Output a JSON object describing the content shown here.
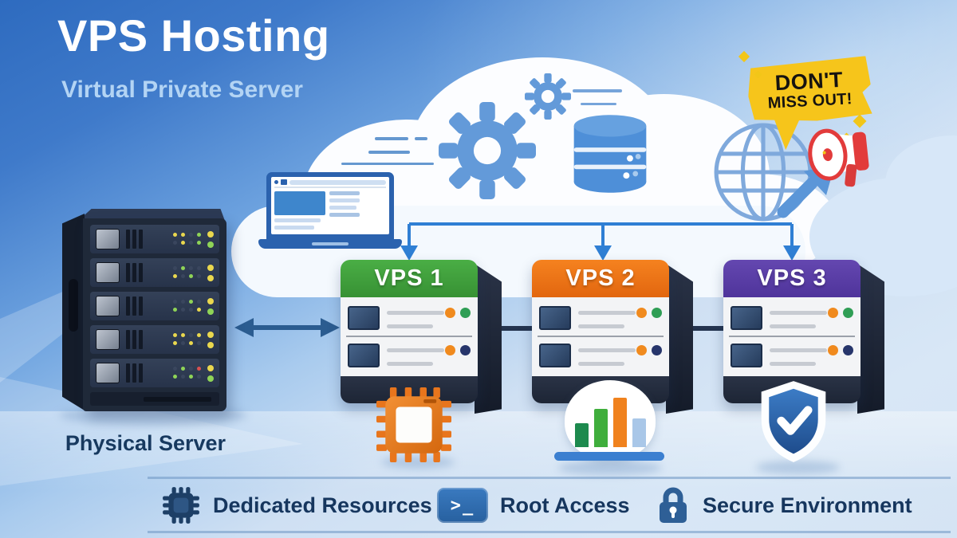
{
  "header": {
    "title": "VPS Hosting",
    "subtitle": "Virtual Private Server"
  },
  "promo_badge": {
    "line1": "DON'T",
    "line2": "MISS OUT!",
    "bg_color": "#F6C51B",
    "text_color": "#161310",
    "icon": "megaphone-icon"
  },
  "diagram": {
    "physical_server_label": "Physical Server",
    "vps_boxes": [
      {
        "label": "VPS 1",
        "header_color": "#3FA23C",
        "icon_below": "cpu-chip-icon"
      },
      {
        "label": "VPS 2",
        "header_color": "#F0741F",
        "icon_below": "bar-chart-icon"
      },
      {
        "label": "VPS 3",
        "header_color": "#5B3EA7",
        "icon_below": "shield-check-icon"
      }
    ],
    "status_dot_colors": {
      "orange": "#F08A1E",
      "green": "#2F9E55",
      "navy": "#26356B"
    },
    "decor_icons": [
      "cloud",
      "gear-icon",
      "gear-icon-small",
      "database-icon",
      "laptop-browser-icon",
      "globe-icon",
      "up-right-arrow-icon",
      "down-arrow-icon",
      "double-arrow-icon"
    ]
  },
  "features": [
    {
      "label": "Dedicated Resources",
      "icon": "chip-icon"
    },
    {
      "label": "Root Access",
      "icon": "terminal-icon",
      "glyph": ">_"
    },
    {
      "label": "Secure Environment",
      "icon": "lock-icon"
    }
  ],
  "colors": {
    "bg_top": "#2E6BBF",
    "bg_bottom": "#D5E4F4",
    "accent_blue": "#2F7FD4",
    "dark_navy": "#1F2939",
    "cloud_white": "#FCFDFF",
    "badge_yellow": "#F6C51B",
    "chip_orange": "#E8751C",
    "shield_blue": "#2F6CB4"
  }
}
